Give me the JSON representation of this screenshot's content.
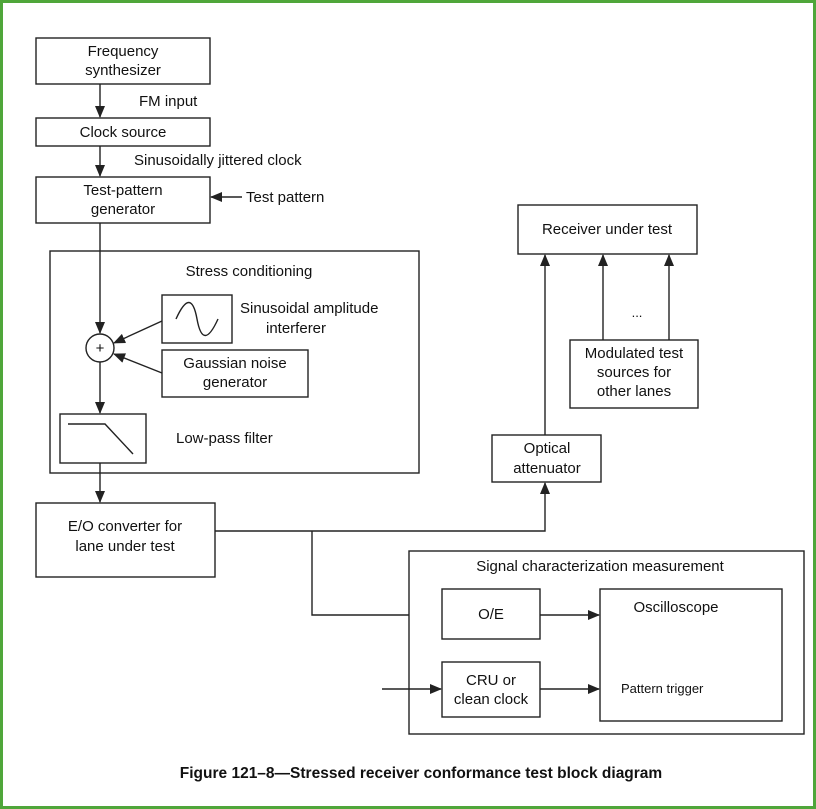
{
  "diagram": {
    "freq_synth": [
      "Frequency",
      "synthesizer"
    ],
    "fm_input": "FM input",
    "clock_source": "Clock source",
    "sin_jitter_clock": "Sinusoidally jittered clock",
    "tpg": [
      "Test-pattern",
      "generator"
    ],
    "test_pattern": "Test pattern",
    "stress_title": "Stress conditioning",
    "sin_interferer": [
      "Sinusoidal amplitude",
      "interferer"
    ],
    "sum_symbol": "+",
    "gaussian": [
      "Gaussian noise",
      "generator"
    ],
    "lpf": "Low-pass filter",
    "eo": [
      "E/O converter for",
      "lane under test"
    ],
    "receiver": "Receiver under test",
    "ellipsis": "...",
    "modulated": [
      "Modulated test",
      "sources for",
      "other lanes"
    ],
    "optical_att": [
      "Optical",
      "attenuator"
    ],
    "sig_char": "Signal characterization measurement",
    "oe": "O/E",
    "oscilloscope": "Oscilloscope",
    "cru": [
      "CRU or",
      "clean clock"
    ],
    "pattern_trigger": "Pattern trigger",
    "caption": "Figure 121–8—Stressed receiver conformance test block diagram"
  }
}
